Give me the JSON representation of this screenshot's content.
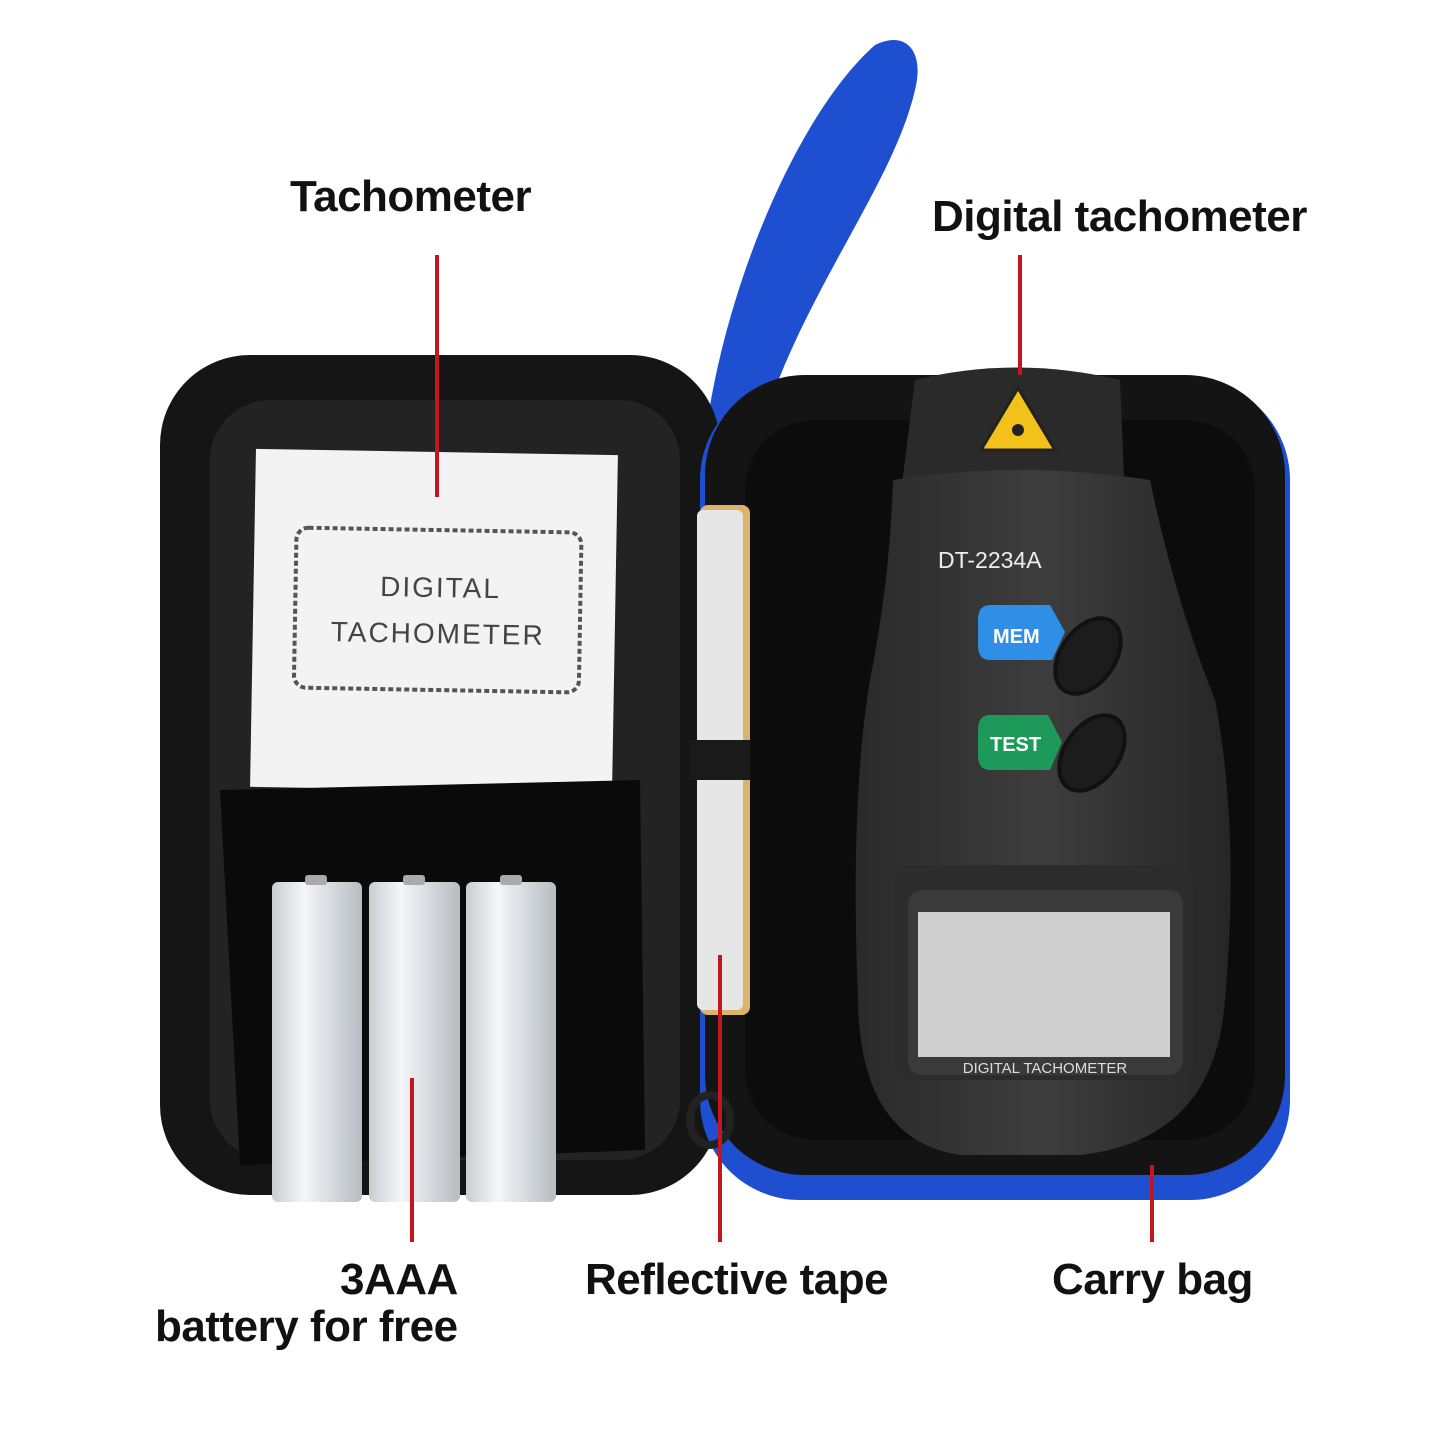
{
  "labels": {
    "tachometer": "Tachometer",
    "digital_tachometer": "Digital tachometer",
    "battery_line1": "3AAA",
    "battery_line2": "battery for free",
    "reflective_tape": "Reflective tape",
    "carry_bag": "Carry bag"
  },
  "manual": {
    "line1": "DIGITAL",
    "line2": "TACHOMETER"
  },
  "device": {
    "model": "DT-2234A",
    "mem_button": "MEM",
    "test_button": "TEST",
    "screen_caption": "DIGITAL TACHOMETER"
  },
  "colors": {
    "accent_line": "#c4161c",
    "strap": "#1f4fd1",
    "mem": "#2f8fe6",
    "test": "#1d9a5a"
  }
}
